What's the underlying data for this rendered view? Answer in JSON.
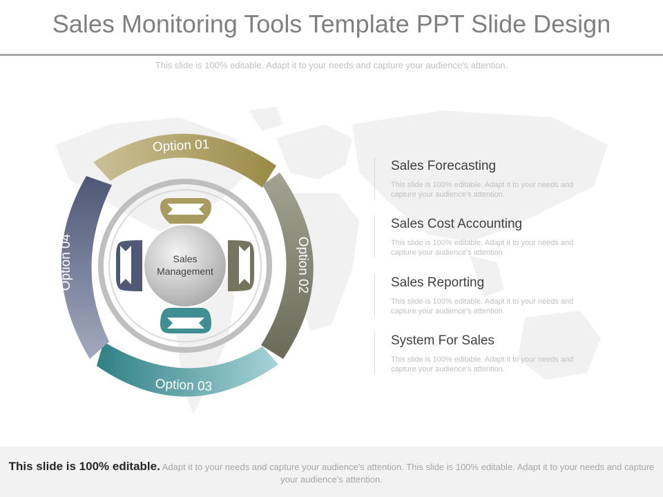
{
  "header": {
    "title": "Sales Monitoring Tools Template PPT Slide Design",
    "subtitle": "This slide is 100% editable. Adapt it to your needs and capture your audience's attention."
  },
  "diagram": {
    "center_label_line1": "Sales",
    "center_label_line2": "Management",
    "options": [
      "Option 01",
      "Option 02",
      "Option 03",
      "Option 04"
    ],
    "colors": {
      "option_01": "#a89b60",
      "option_02": "#85856f",
      "option_03": "#3f8f92",
      "option_04": "#5f6b87",
      "center": "#c8c8c8",
      "ring": "#bfbfbf"
    }
  },
  "items": [
    {
      "title": "Sales Forecasting",
      "desc": "This slide is 100% editable. Adapt it to your needs and capture your audience's attention."
    },
    {
      "title": "Sales Cost Accounting",
      "desc": "This slide is 100% editable. Adapt it to your needs and capture your audience's attention."
    },
    {
      "title": "Sales Reporting",
      "desc": "This slide is 100% editable. Adapt it to your needs and capture your audience's attention."
    },
    {
      "title": "System For Sales",
      "desc": "This slide is 100% editable. Adapt it to your needs and capture your audience's attention."
    }
  ],
  "footer": {
    "bold": "This slide is 100% editable.",
    "text": " Adapt it to your needs and capture your audience's attention. This slide is 100% editable. Adapt it to your needs and capture your audience's attention."
  }
}
